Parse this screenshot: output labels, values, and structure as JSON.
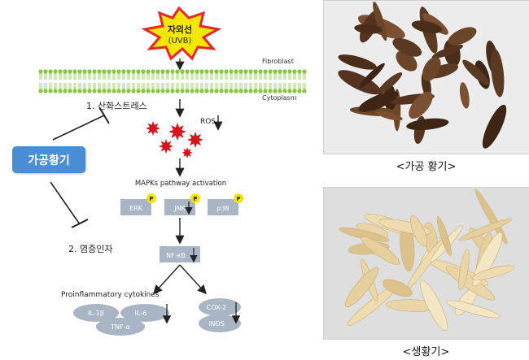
{
  "diagram": {
    "stimulus_line1": "자외선",
    "stimulus_line2": "(UVB)",
    "fibroblast": "Fibroblast",
    "cytoplasm": "Cytoplasm",
    "step1": "1. 산화스트레스",
    "ros": "ROS",
    "herb": "가공황기",
    "mapk": "MAPKs pathway activation",
    "kinases": [
      "ERK",
      "JNK",
      "p38"
    ],
    "phospho": "P",
    "nfkb": "NF-κB",
    "step2": "2. 염증인자",
    "cytokines_title": "Proinflammatory cytokines",
    "cytokines": [
      "IL-1β",
      "IL-6",
      "TNF-α"
    ],
    "enzymes": [
      "COX-2",
      "iNOS"
    ]
  },
  "photos": {
    "processed_caption": "<가공 황기>",
    "raw_caption": "<생황기>"
  },
  "colors": {
    "starburst": "#e8262a",
    "starburst_fill": "#f6e700",
    "membrane": "#8bc53f",
    "ros": "#d4161c",
    "herb_box": "#4a8fd6",
    "grey_shape": "#a9b5c5",
    "phospho": "#f2e600",
    "processed_herb": "#5a3a22",
    "raw_herb": "#e9d5a6"
  }
}
